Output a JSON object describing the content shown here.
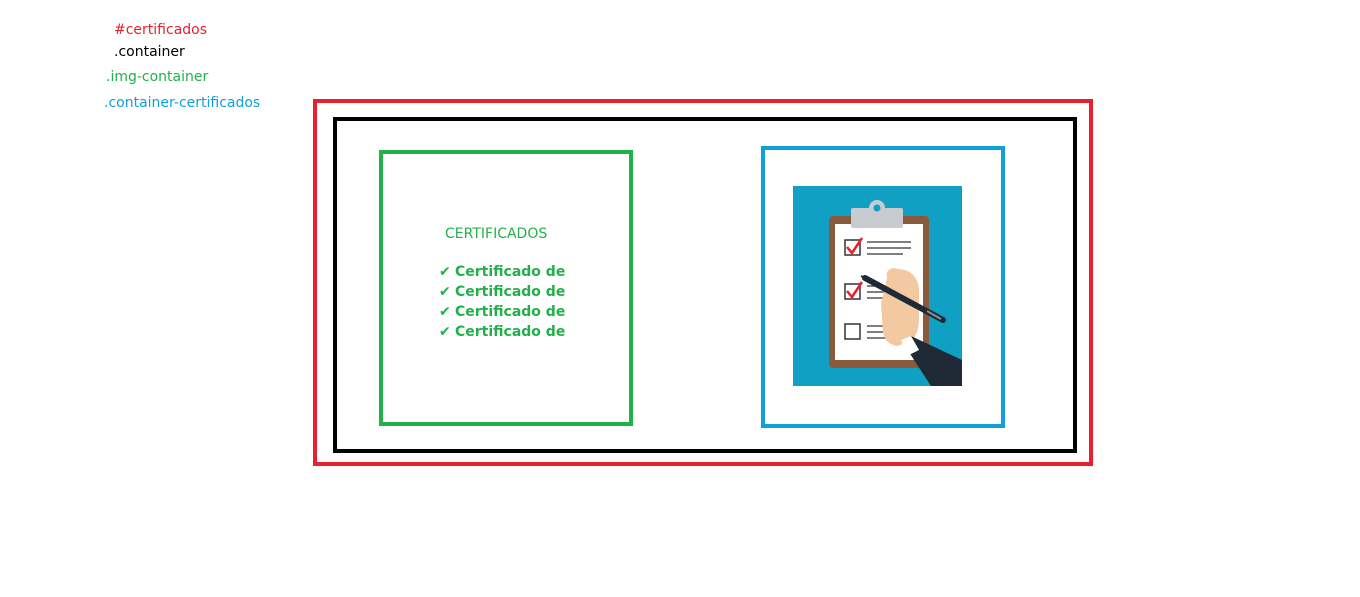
{
  "legend": {
    "certificados": "#certificados",
    "container": ".container",
    "img_container": ".img-container",
    "container_certificados": ".container-certificados"
  },
  "certificates": {
    "title": "CERTIFICADOS",
    "check_symbol": "✔",
    "items": [
      "Certificado de",
      "Certificado de",
      "Certificado de",
      "Certificado de"
    ]
  },
  "image": {
    "icon": "clipboard-checklist-icon"
  },
  "colors": {
    "red": "#e8202e",
    "black": "#000000",
    "green": "#22b04a",
    "blue": "#119fd9",
    "image_bg": "#0fa0c4"
  }
}
